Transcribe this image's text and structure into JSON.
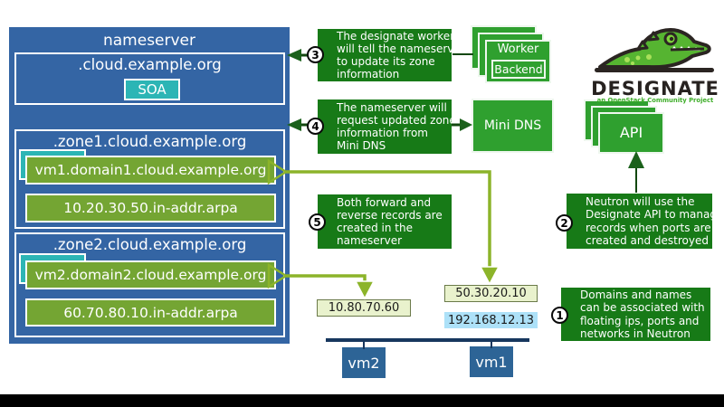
{
  "palette": {
    "panel_blue": "#3465a4",
    "record_green": "#74a533",
    "teal": "#2cb5b5",
    "note_green": "#177a17",
    "service_green": "#2fa02f",
    "arrow_olive": "#8cb42a",
    "ip_yellow": "#e9f2cd",
    "ip_blue": "#ade1f8",
    "vm_blue": "#2d6496",
    "network_navy": "#17375e"
  },
  "nameserver": {
    "title": "nameserver",
    "root_zone": {
      "label": ".cloud.example.org",
      "record": "SOA"
    },
    "zone1": {
      "label": ".zone1.cloud.example.org",
      "forward": "vm1.domain1.cloud.example.org",
      "reverse": "10.20.30.50.in-addr.arpa"
    },
    "zone2": {
      "label": ".zone2.cloud.example.org",
      "forward": "vm2.domain2.cloud.example.org",
      "reverse": "60.70.80.10.in-addr.arpa"
    }
  },
  "notes": {
    "n3": {
      "number": "3",
      "text": "The designate worker\nwill tell the nameserver\nto update its zone\ninformation"
    },
    "n4": {
      "number": "4",
      "text": "The nameserver will\nrequest updated zone\ninformation from\nMini DNS"
    },
    "n5": {
      "number": "5",
      "text": "Both forward and\nreverse records are\ncreated in the\nnameserver"
    },
    "n2": {
      "number": "2",
      "text": "Neutron will use the\nDesignate API to manage\nrecords when ports are\ncreated and destroyed"
    },
    "n1": {
      "number": "1",
      "text": "Domains and names\ncan be associated with\nfloating ips, ports and\nnetworks in Neutron"
    }
  },
  "services": {
    "worker": "Worker",
    "backend": "Backend",
    "mini_dns": "Mini DNS",
    "api": "API"
  },
  "logo": {
    "title": "DESIGNATE",
    "tagline": "an OpenStack Community Project"
  },
  "vms": {
    "vm2": {
      "label": "vm2",
      "floating_ip": "10.80.70.60"
    },
    "vm1": {
      "label": "vm1",
      "floating_ip": "50.30.20.10",
      "fixed_ip": "192.168.12.13"
    }
  }
}
